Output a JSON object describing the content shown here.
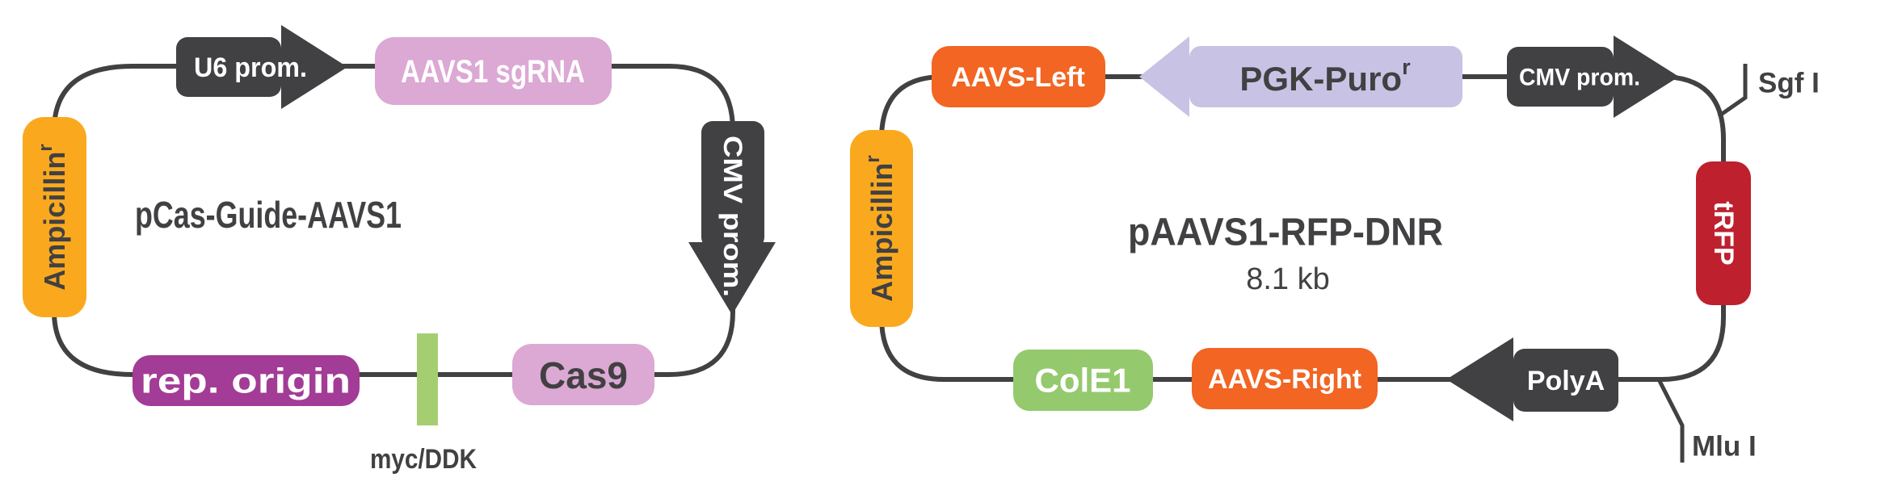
{
  "diagram": {
    "background": "#ffffff",
    "colors": {
      "backbone": "#414042",
      "dark": "#414042",
      "orange": "#F26522",
      "yellow": "#FAA91E",
      "pink": "#DCA8D4",
      "purple": "#A23C96",
      "tick_green": "#A5CE70",
      "green": "#95C96E",
      "lavender": "#C8C3E4",
      "crimson": "#BE202E",
      "text_light": "#FFFFFF",
      "text_dark": "#414042"
    },
    "left_plasmid": {
      "title": "pCas-Guide-AAVS1",
      "ampicillin": {
        "label": "Ampicillin",
        "sup": "r"
      },
      "u6_promoter": "U6 prom.",
      "sgrna": "AAVS1 sgRNA",
      "cmv_promoter": "CMV prom.",
      "cas9": "Cas9",
      "myc_ddk": "myc/DDK",
      "rep_origin": "rep. origin"
    },
    "right_plasmid": {
      "title": "pAAVS1-RFP-DNR",
      "size_label": "8.1 kb",
      "ampicillin": {
        "label": "Ampicillin",
        "sup": "r"
      },
      "aavs_left": "AAVS-Left",
      "pgk_puro": {
        "label": "PGK-Puro",
        "sup": "r"
      },
      "cmv_promoter": "CMV prom.",
      "sgf1_site": "Sgf I",
      "trfp": "tRFP",
      "mlu1_site": "Mlu I",
      "polya": "PolyA",
      "aavs_right": "AAVS-Right",
      "cole1": "ColE1"
    }
  }
}
